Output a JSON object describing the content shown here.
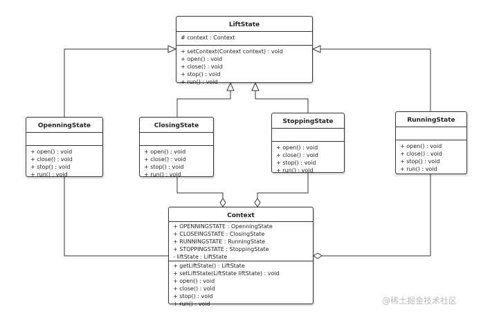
{
  "classes": {
    "liftstate": {
      "name": "LiftState",
      "attributes": [
        "# context : Context"
      ],
      "operations": [
        "+ setContext(Context context) : void",
        "+ open() : void",
        "+ close() : void",
        "+ stop() : void",
        "+ run() : void"
      ]
    },
    "openningstate": {
      "name": "OpenningState",
      "attributes": [],
      "operations": [
        "+ open() : void",
        "+ close() : void",
        "+ stop() : void",
        "+ run() : void"
      ]
    },
    "closingstate": {
      "name": "ClosingState",
      "attributes": [],
      "operations": [
        "+ open() : void",
        "+ close() : void",
        "+ stop() : void",
        "+ run() : void"
      ]
    },
    "stoppingstate": {
      "name": "StoppingState",
      "attributes": [],
      "operations": [
        "+ open() : void",
        "+ close() : void",
        "+ stop() : void",
        "+ run() : void"
      ]
    },
    "runningstate": {
      "name": "RunningState",
      "attributes": [],
      "operations": [
        "+ open() : void",
        "+ close() : void",
        "+ stop() : void",
        "+ run() : void"
      ]
    },
    "context": {
      "name": "Context",
      "attributes": [
        "+ OPENNINGSTATE : OpenningState",
        "+ CLOSEINGSTATE : ClosingState",
        "+ RUNNINGSTATE : RunningState",
        "+ STOPPINGSTATE : StoppingState",
        "- liftState : LiftState"
      ],
      "operations": [
        "+ getLiftState() : LiftState",
        "+ setLiftState(LiftState liftState) : void",
        "+ open() : void",
        "+ close() : void",
        "+ stop() : void",
        "+ run() : void"
      ]
    }
  },
  "relations": [
    {
      "type": "generalization",
      "from": "OpenningState",
      "to": "LiftState"
    },
    {
      "type": "generalization",
      "from": "ClosingState",
      "to": "LiftState"
    },
    {
      "type": "generalization",
      "from": "StoppingState",
      "to": "LiftState"
    },
    {
      "type": "generalization",
      "from": "RunningState",
      "to": "LiftState"
    },
    {
      "type": "composition",
      "from": "Context",
      "to": "OpenningState"
    },
    {
      "type": "composition",
      "from": "Context",
      "to": "ClosingState"
    },
    {
      "type": "composition",
      "from": "Context",
      "to": "StoppingState"
    },
    {
      "type": "composition",
      "from": "Context",
      "to": "RunningState"
    }
  ],
  "watermark": "@稀土掘金技术社区"
}
